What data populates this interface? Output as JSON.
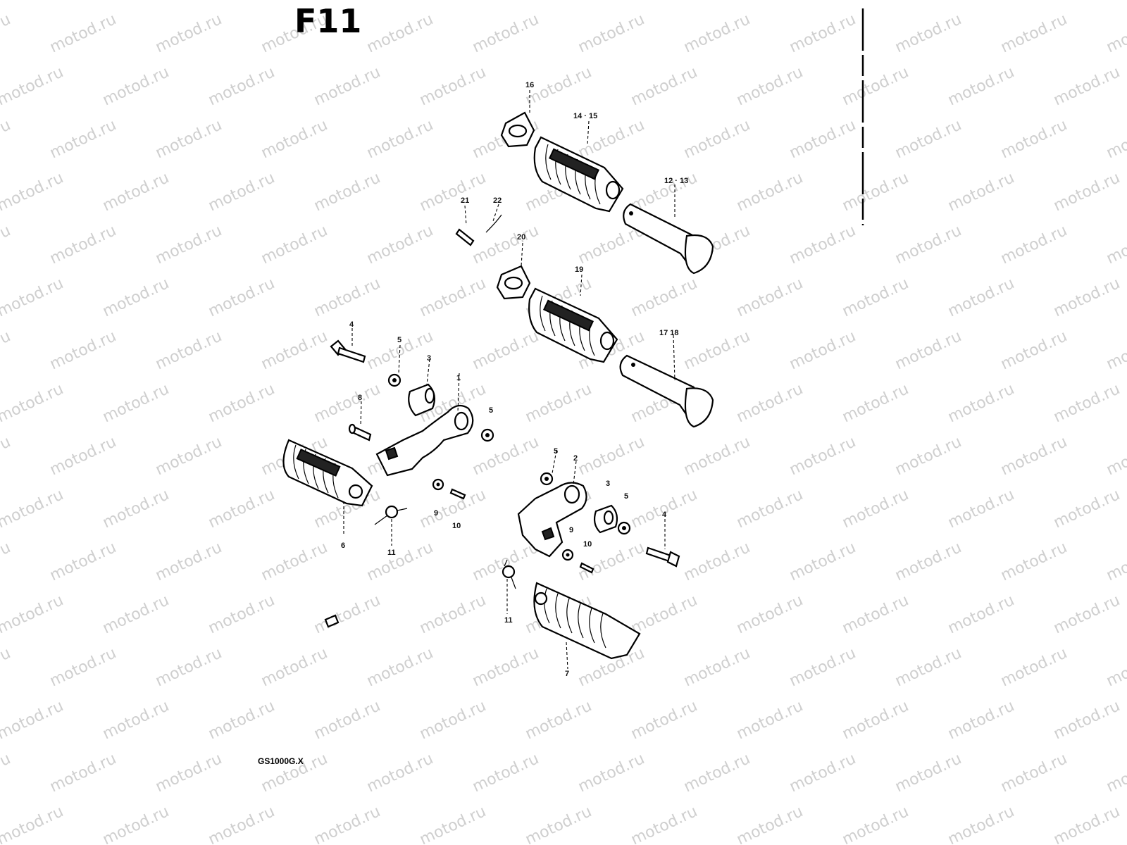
{
  "diagram_title": "F11",
  "model_code": "GS1000G.X",
  "watermark": "motod.ru",
  "colors": {
    "ink": "#000000",
    "watermark": "#cfcfcf",
    "background": "#ffffff"
  },
  "callouts": [
    {
      "id": "c16",
      "text": "16"
    },
    {
      "id": "c14_15",
      "text": "14 · 15"
    },
    {
      "id": "c12_13",
      "text": "12 · 13"
    },
    {
      "id": "c21",
      "text": "21"
    },
    {
      "id": "c22",
      "text": "22"
    },
    {
      "id": "c20",
      "text": "20"
    },
    {
      "id": "c19",
      "text": "19"
    },
    {
      "id": "c17_18",
      "text": "17  18"
    },
    {
      "id": "c4a",
      "text": "4"
    },
    {
      "id": "c5a",
      "text": "5"
    },
    {
      "id": "c3a",
      "text": "3"
    },
    {
      "id": "c1",
      "text": "1"
    },
    {
      "id": "c5b",
      "text": "5"
    },
    {
      "id": "c8",
      "text": "8"
    },
    {
      "id": "c6",
      "text": "6"
    },
    {
      "id": "c9a",
      "text": "9"
    },
    {
      "id": "c10a",
      "text": "10"
    },
    {
      "id": "c11a",
      "text": "11"
    },
    {
      "id": "c5c",
      "text": "5"
    },
    {
      "id": "c2",
      "text": "2"
    },
    {
      "id": "c3b",
      "text": "3"
    },
    {
      "id": "c5d",
      "text": "5"
    },
    {
      "id": "c9b",
      "text": "9"
    },
    {
      "id": "c10b",
      "text": "10"
    },
    {
      "id": "c4b",
      "text": "4"
    },
    {
      "id": "c11b",
      "text": "11"
    },
    {
      "id": "c7",
      "text": "7"
    }
  ]
}
